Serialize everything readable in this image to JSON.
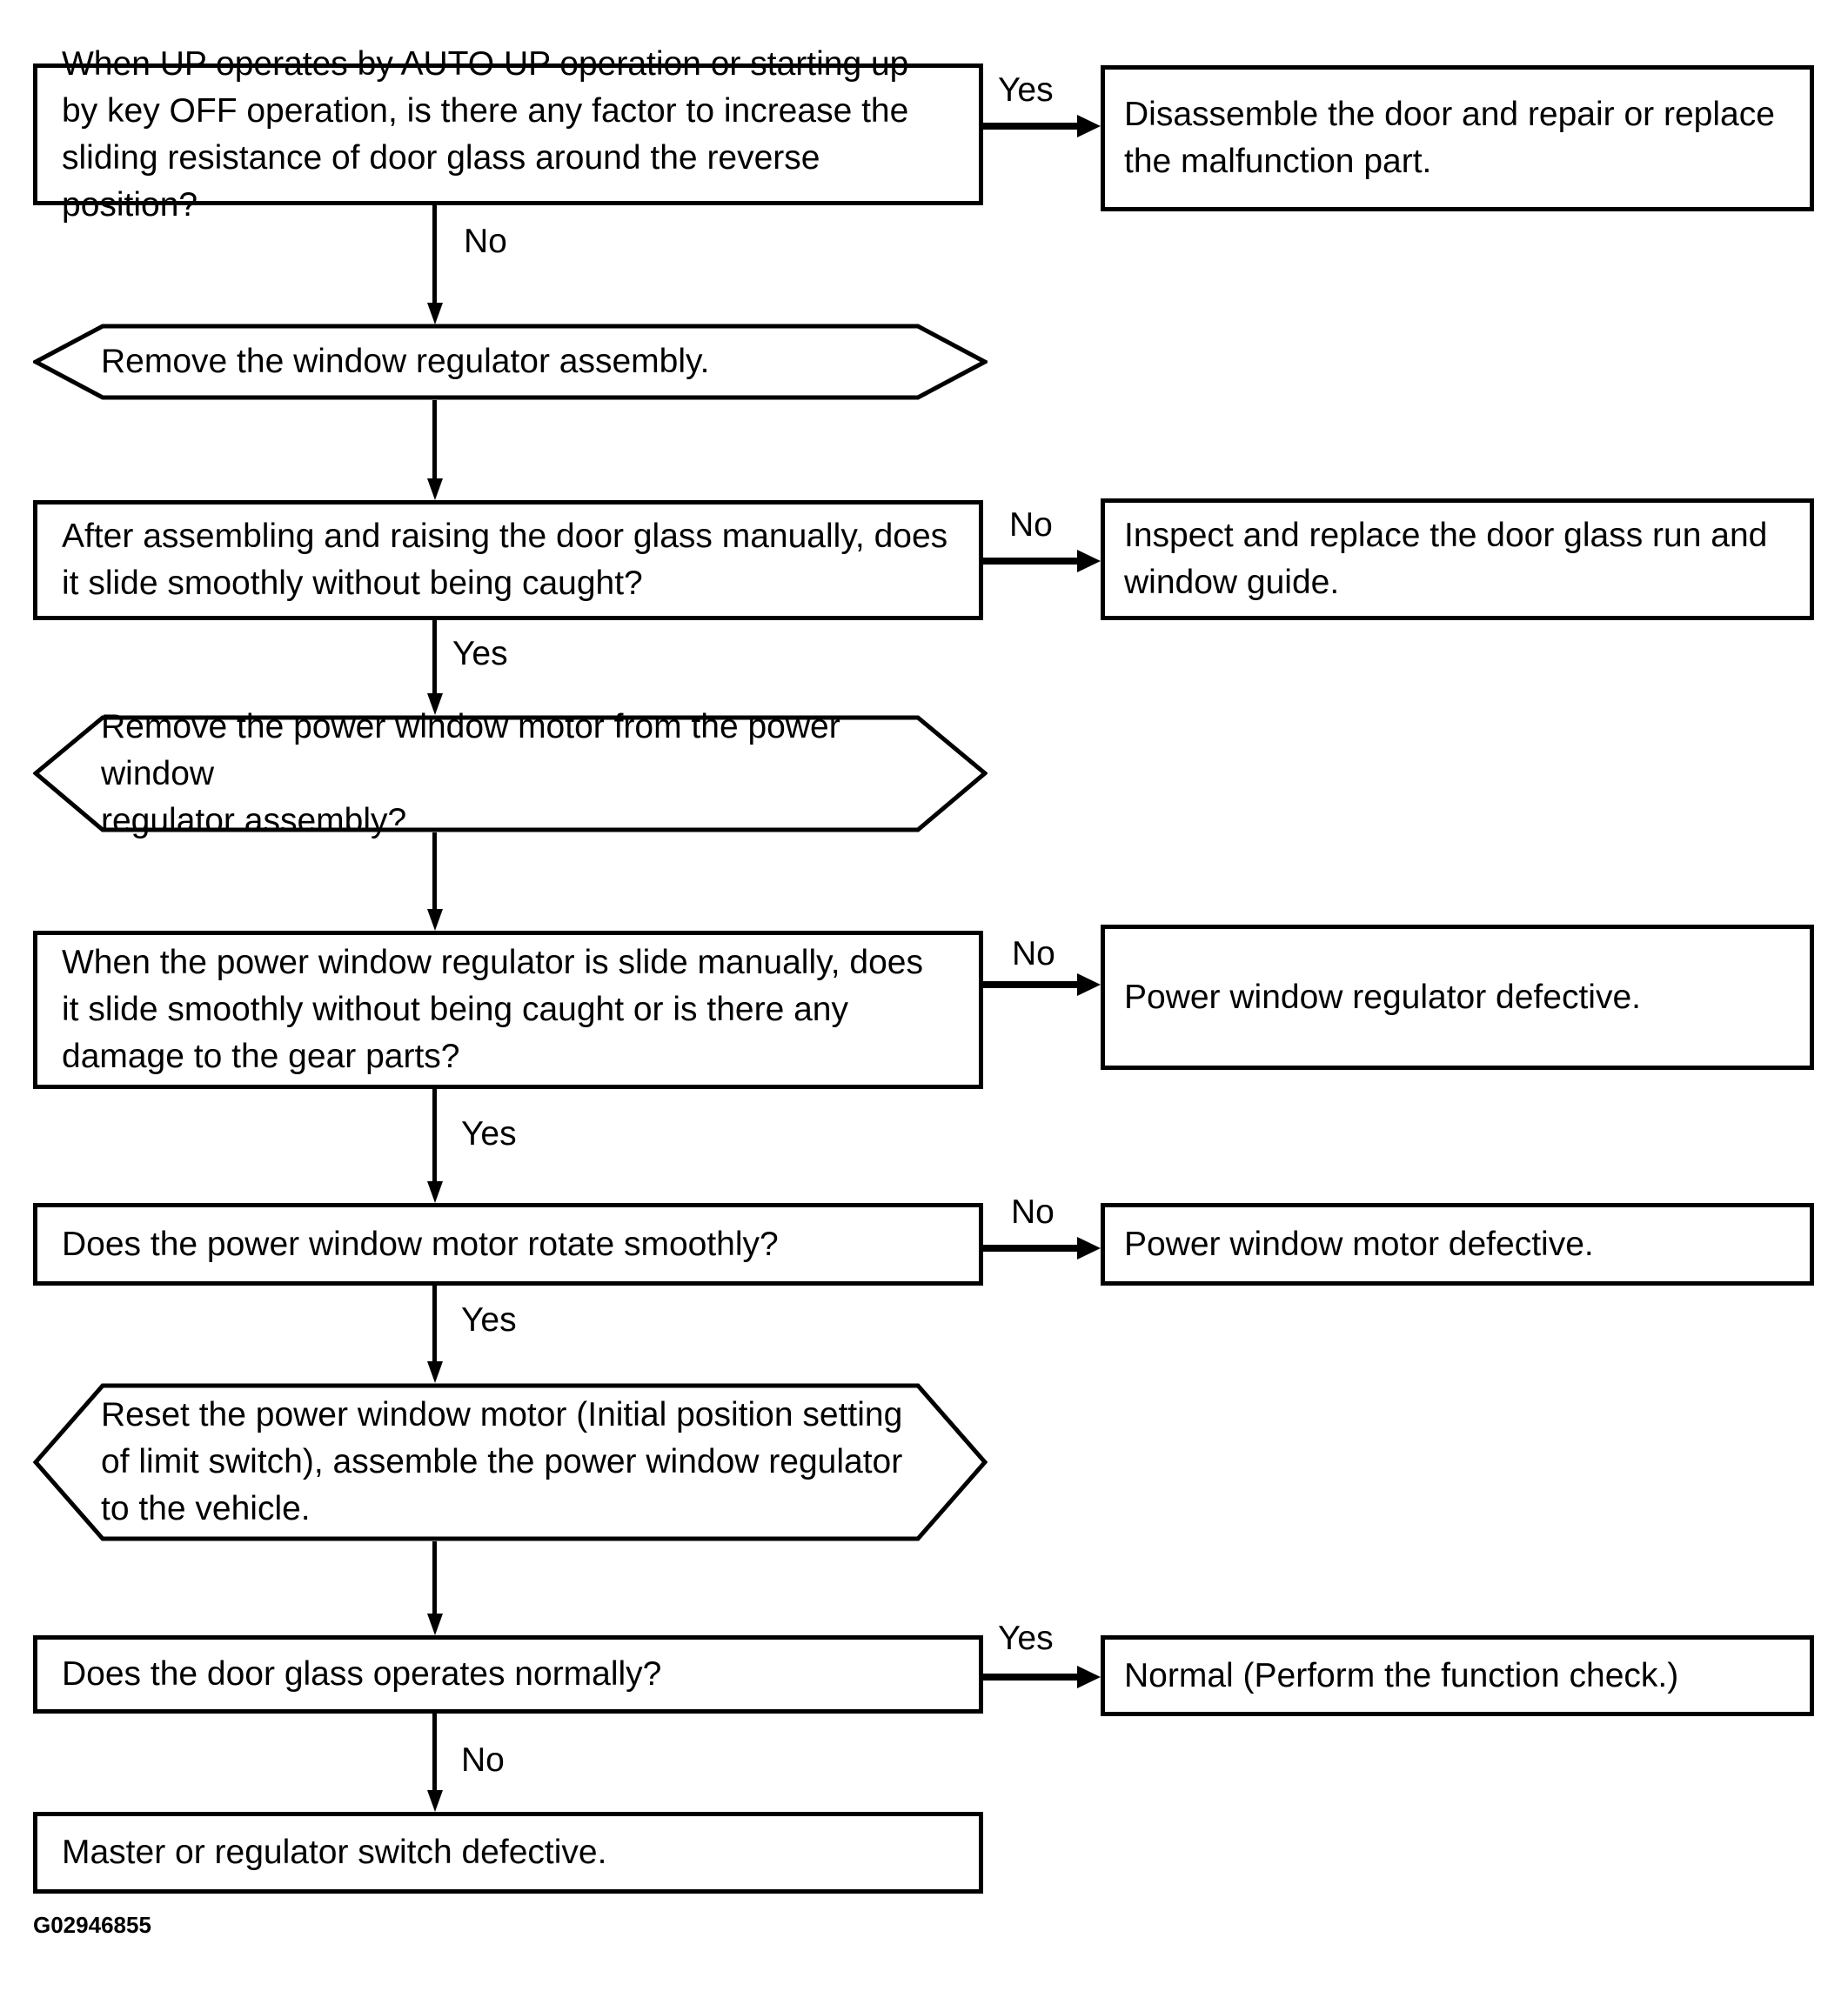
{
  "figure": {
    "id": "G02946855"
  },
  "flowchart": {
    "nodes": {
      "q1": {
        "text": "When UP operates by AUTO UP operation or starting up\nby key OFF operation, is there any factor to increase the\nsliding resistance of door glass around the reverse position?"
      },
      "a1": {
        "text": "Disassemble the door and repair or replace\nthe malfunction part."
      },
      "p1": {
        "text": "Remove the window regulator assembly."
      },
      "q2": {
        "text": "After assembling and raising the door glass manually, does\nit slide smoothly without being caught?"
      },
      "a2": {
        "text": "Inspect and replace the door glass run and\nwindow guide."
      },
      "p2": {
        "text": "Remove the power window motor from the power window\nregulator assembly?"
      },
      "q3": {
        "text": "When the power window regulator is slide manually, does\nit slide smoothly without being caught or is there any\ndamage to the gear parts?"
      },
      "a3": {
        "text": "Power window regulator defective."
      },
      "q4": {
        "text": "Does the power window motor rotate smoothly?"
      },
      "a4": {
        "text": "Power window motor defective."
      },
      "p3": {
        "text": "Reset the power window motor (Initial position setting\nof limit switch), assemble the power window regulator\nto the vehicle."
      },
      "q5": {
        "text": "Does the door glass operates normally?"
      },
      "a5": {
        "text": "Normal (Perform the function check.)"
      },
      "q6": {
        "text": "Master or regulator switch defective."
      }
    },
    "edge_labels": {
      "q1_yes": "Yes",
      "q1_no": "No",
      "q2_no": "No",
      "q2_yes": "Yes",
      "q3_no": "No",
      "q3_yes": "Yes",
      "q4_no": "No",
      "q4_yes": "Yes",
      "q5_yes": "Yes",
      "q5_no": "No"
    }
  }
}
